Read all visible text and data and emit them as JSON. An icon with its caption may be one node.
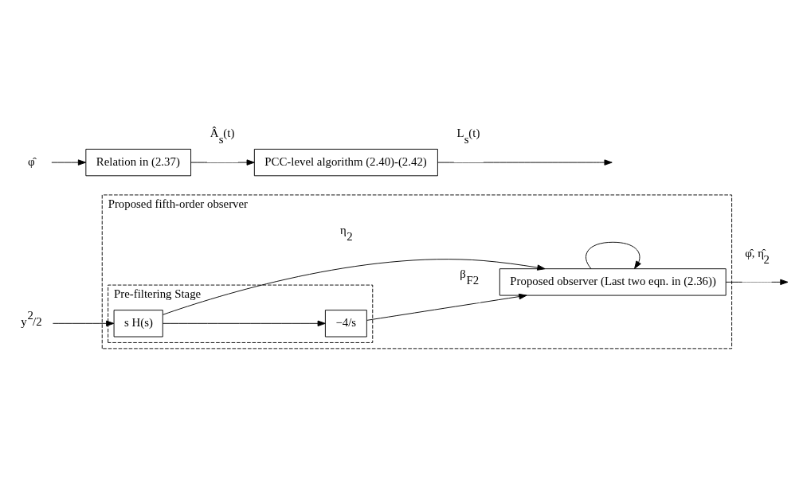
{
  "diagram": {
    "nodes": [
      {
        "text": [
          "Proposed fifth-order observer"
        ]
      },
      {
        "text": [
          "Pre-filtering Stage"
        ],
        "in": 0
      },
      {
        "text": [
          "y$^{2}$/2"
        ]
      },
      {
        "text": [
          "s H(s)"
        ],
        "in": 1
      },
      {
        "text": [
          "−4/s"
        ],
        "in": 1
      },
      {
        "text": [
          "Proposed observer (Last two eqn. in (2.36))"
        ],
        "in": 0
      },
      {
        "text": [
          "φ̂"
        ]
      },
      {
        "text": [
          "Relation in (2.37)"
        ]
      },
      {
        "text": [
          "PCC-level algorithm (2.40)-(2.42)"
        ]
      }
    ],
    "edges": [
      {
        "from": 2,
        "to": 3,
        "arrow": "to"
      },
      {
        "from": 3,
        "to": 5,
        "arrow": "to",
        "label": "η$_{2}$"
      },
      {
        "from": 3,
        "to": 4,
        "arrow": "to"
      },
      {
        "from": 4,
        "to": 5,
        "arrow": "to",
        "label": "β$_{F2}$"
      },
      {
        "from": 5,
        "to": null,
        "arrow": "to",
        "label": "φ̂, η̂$_{2}$"
      },
      {
        "from": 5,
        "to": 5,
        "arrow": "to"
      },
      {
        "from": 6,
        "to": 7,
        "arrow": "to"
      },
      {
        "from": 7,
        "to": 8,
        "arrow": "to",
        "label": "Â$_{s}$(t)"
      },
      {
        "from": 8,
        "to": null,
        "arrow": "to",
        "label": "L$_{s}$(t)"
      }
    ]
  }
}
